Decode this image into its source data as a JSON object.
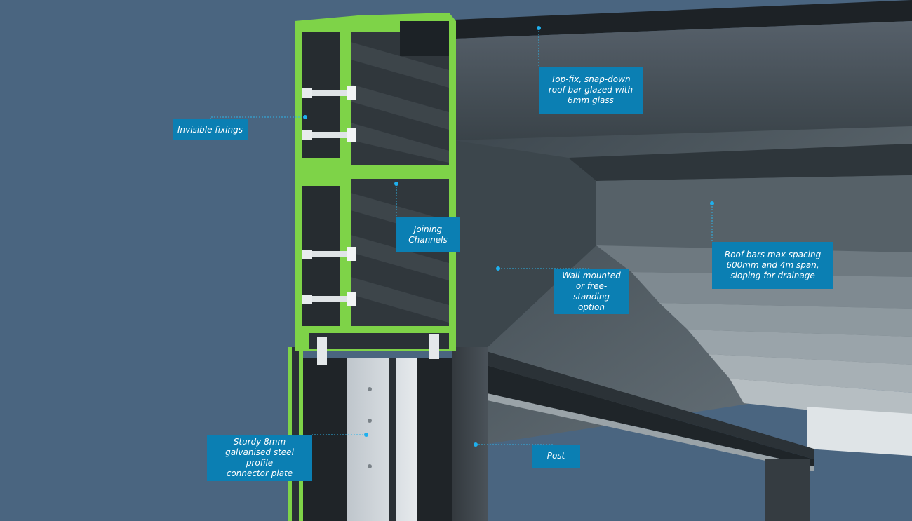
{
  "labels": {
    "top_fix": "Top-fix, snap-down\nroof bar glazed with\n6mm glass",
    "invisible_fixings": "Invisible fixings",
    "joining_channels": "Joining\nChannels",
    "wall_mounted": "Wall-mounted\nor free-standing\noption",
    "roof_bars": "Roof bars max spacing\n600mm and 4m span,\nsloping for drainage",
    "connector_plate": "Sturdy 8mm\ngalvanised steel profile\nconnector plate",
    "post": "Post"
  },
  "colors": {
    "background": "#4a6580",
    "label_fill": "#0b7fb3",
    "profile_green": "#7ed348",
    "frame_dark": "#2a3136",
    "leader": "#2db4e8"
  }
}
